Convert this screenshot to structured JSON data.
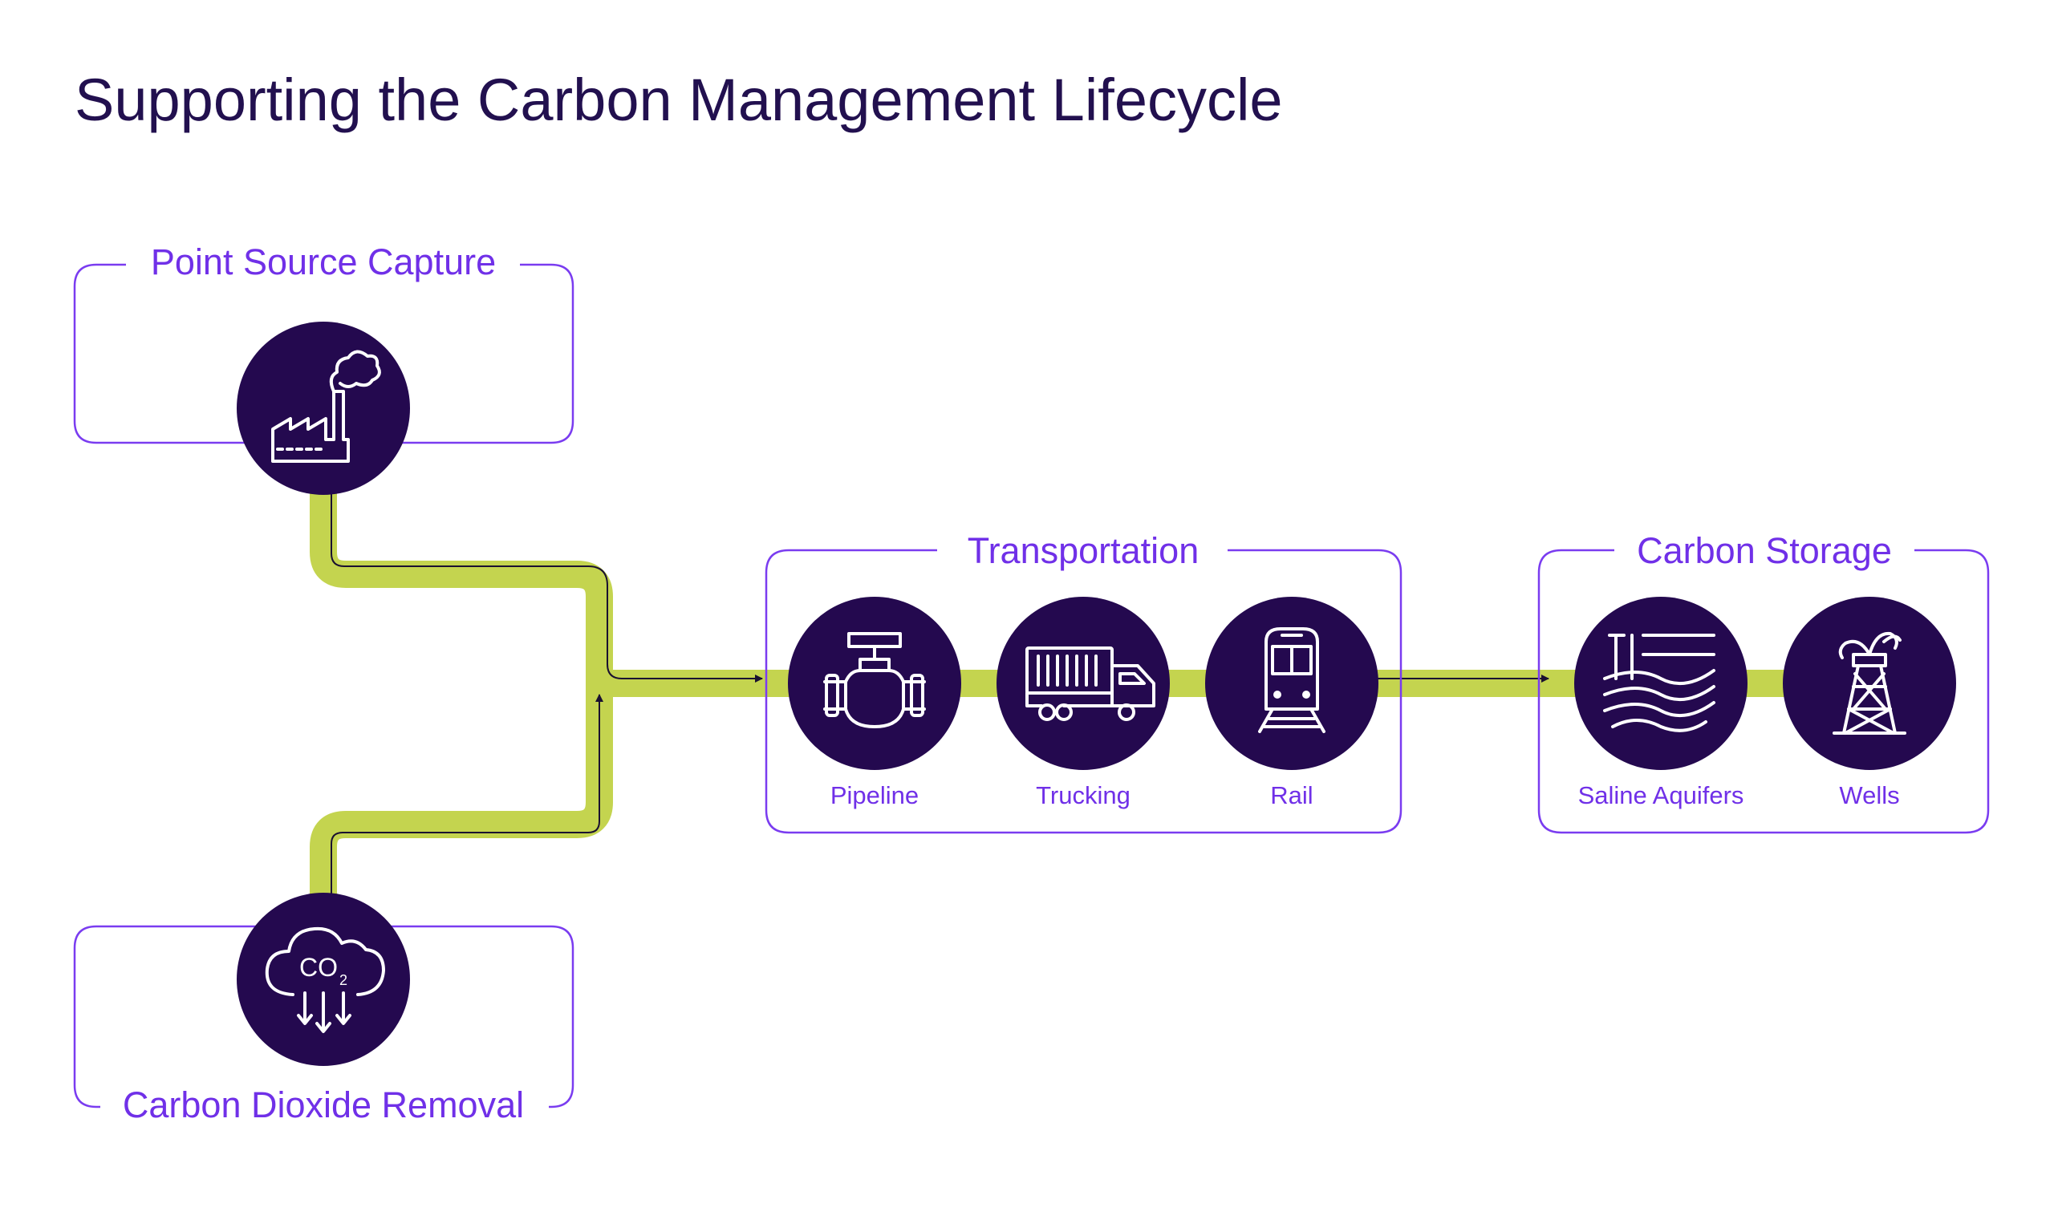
{
  "title": "Supporting the Carbon Management Lifecycle",
  "groups": {
    "point_source": {
      "label": "Point Source Capture"
    },
    "removal": {
      "label": "Carbon Dioxide Removal"
    },
    "transportation": {
      "label": "Transportation"
    },
    "storage": {
      "label": "Carbon Storage"
    }
  },
  "nodes": {
    "pipeline": {
      "label": "Pipeline",
      "icon": "valve-icon"
    },
    "trucking": {
      "label": "Trucking",
      "icon": "truck-icon"
    },
    "rail": {
      "label": "Rail",
      "icon": "train-icon"
    },
    "saline_aquifers": {
      "label": "Saline Aquifers",
      "icon": "water-layers-icon"
    },
    "wells": {
      "label": "Wells",
      "icon": "oil-derrick-icon"
    },
    "factory": {
      "icon": "factory-icon"
    },
    "co2_cloud": {
      "icon": "co2-cloud-icon",
      "text_main": "CO",
      "text_sub": "2"
    }
  },
  "colors": {
    "title": "#22104f",
    "label": "#7030e8",
    "circle": "#24094f",
    "pipe": "#c4d44f",
    "border": "#7a3cf0"
  }
}
